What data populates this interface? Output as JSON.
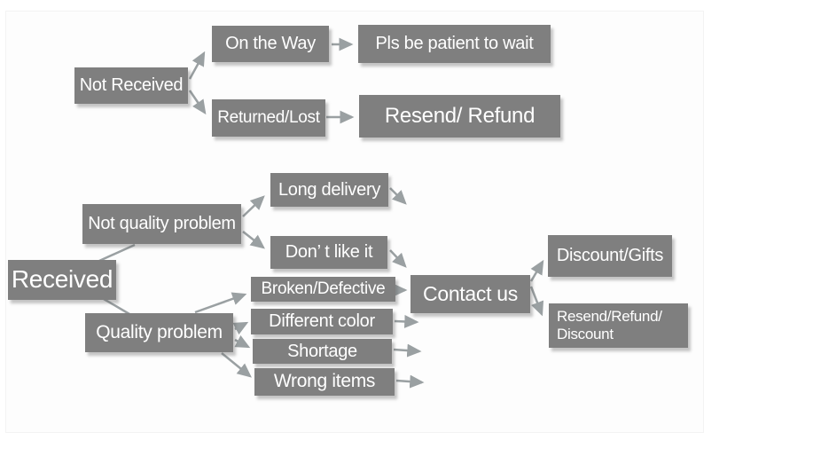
{
  "diagram": {
    "type": "flowchart",
    "colors": {
      "node_fill": "#7f7f7f",
      "node_text": "#ffffff",
      "arrow": "#9aa0a2",
      "background": "#ffffff"
    },
    "nodes": {
      "not_received": {
        "label": "Not Received"
      },
      "on_the_way": {
        "label": "On the Way"
      },
      "pls_wait": {
        "label": "Pls be patient to wait"
      },
      "returned_lost": {
        "label": "Returned/Lost"
      },
      "resend_refund": {
        "label": "Resend/ Refund"
      },
      "received": {
        "label": "Received"
      },
      "not_quality_problem": {
        "label": "Not quality problem"
      },
      "long_delivery": {
        "label": "Long delivery"
      },
      "dont_like_it": {
        "label": "Don’ t like it"
      },
      "quality_problem": {
        "label": "Quality problem"
      },
      "broken_defective": {
        "label": "Broken/Defective"
      },
      "different_color": {
        "label": "Different color"
      },
      "shortage": {
        "label": "Shortage"
      },
      "wrong_items": {
        "label": "Wrong items"
      },
      "contact_us": {
        "label": "Contact us"
      },
      "discount_gifts": {
        "label": "Discount/Gifts"
      },
      "resend_refund_discount": {
        "label": "Resend/Refund/\nDiscount"
      }
    },
    "edges": [
      {
        "from": "not_received",
        "to": "on_the_way",
        "arrowhead": true
      },
      {
        "from": "not_received",
        "to": "returned_lost",
        "arrowhead": true
      },
      {
        "from": "on_the_way",
        "to": "pls_wait",
        "arrowhead": true
      },
      {
        "from": "returned_lost",
        "to": "resend_refund",
        "arrowhead": true
      },
      {
        "from": "received",
        "to": "not_quality_problem",
        "arrowhead": false
      },
      {
        "from": "received",
        "to": "quality_problem",
        "arrowhead": false
      },
      {
        "from": "not_quality_problem",
        "to": "long_delivery",
        "arrowhead": true
      },
      {
        "from": "not_quality_problem",
        "to": "dont_like_it",
        "arrowhead": true
      },
      {
        "from": "long_delivery",
        "to": "contact_us",
        "arrowhead": true
      },
      {
        "from": "dont_like_it",
        "to": "contact_us",
        "arrowhead": true
      },
      {
        "from": "quality_problem",
        "to": "broken_defective",
        "arrowhead": true
      },
      {
        "from": "quality_problem",
        "to": "different_color",
        "arrowhead": true
      },
      {
        "from": "quality_problem",
        "to": "shortage",
        "arrowhead": true
      },
      {
        "from": "quality_problem",
        "to": "wrong_items",
        "arrowhead": true
      },
      {
        "from": "broken_defective",
        "to": "contact_us",
        "arrowhead": true
      },
      {
        "from": "different_color",
        "to": "contact_us",
        "arrowhead": true
      },
      {
        "from": "shortage",
        "to": "contact_us",
        "arrowhead": true
      },
      {
        "from": "wrong_items",
        "to": "contact_us",
        "arrowhead": true
      },
      {
        "from": "contact_us",
        "to": "discount_gifts",
        "arrowhead": true
      },
      {
        "from": "contact_us",
        "to": "resend_refund_discount",
        "arrowhead": true
      }
    ]
  }
}
